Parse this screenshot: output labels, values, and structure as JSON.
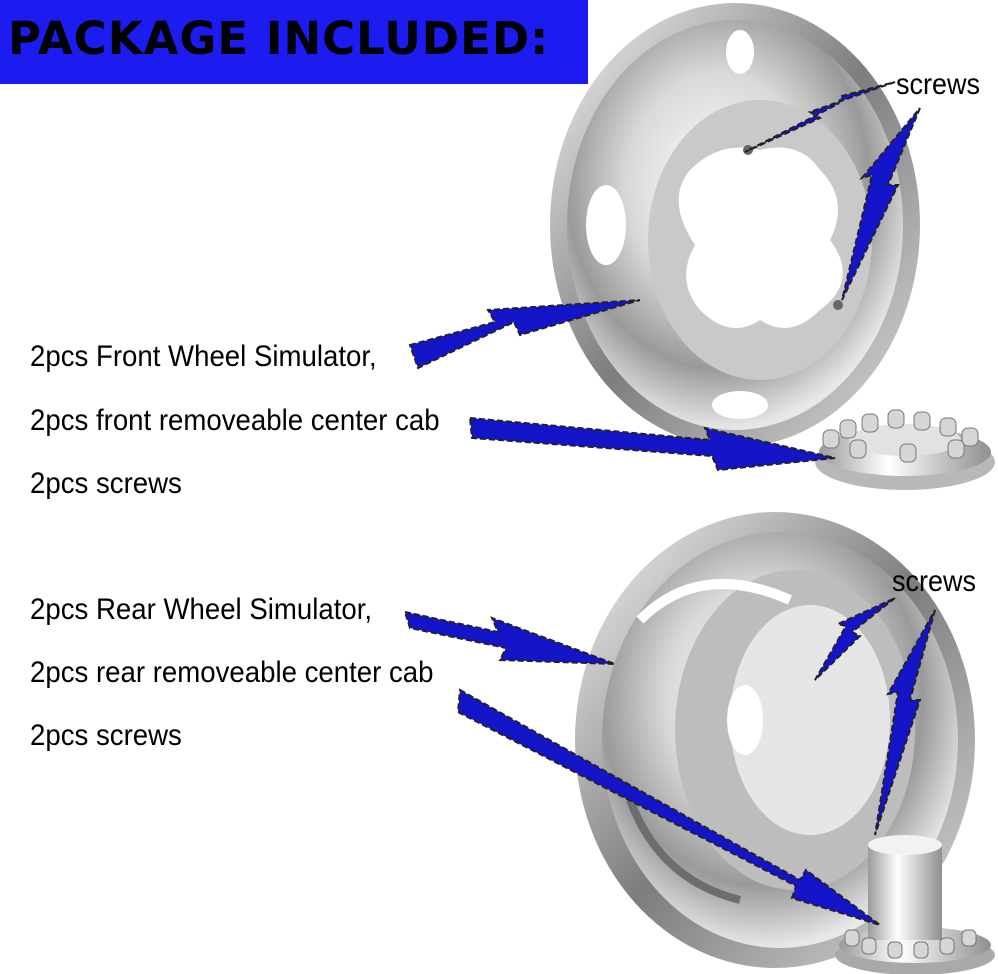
{
  "banner": {
    "title": "PACKAGE INCLUDED:",
    "color": "#1c1cf0"
  },
  "front": {
    "lines": [
      "2pcs Front Wheel Simulator,",
      "2pcs front removeable center cab",
      "2pcs screws"
    ],
    "callout": "screws"
  },
  "rear": {
    "lines": [
      "2pcs Rear Wheel Simulator,",
      "2pcs rear removeable center cab",
      "2pcs screws"
    ],
    "callout": "screws"
  },
  "colors": {
    "arrow": "#1414c8",
    "chrome_light": "#f2f2f2",
    "chrome_dark": "#8a8a8a"
  }
}
